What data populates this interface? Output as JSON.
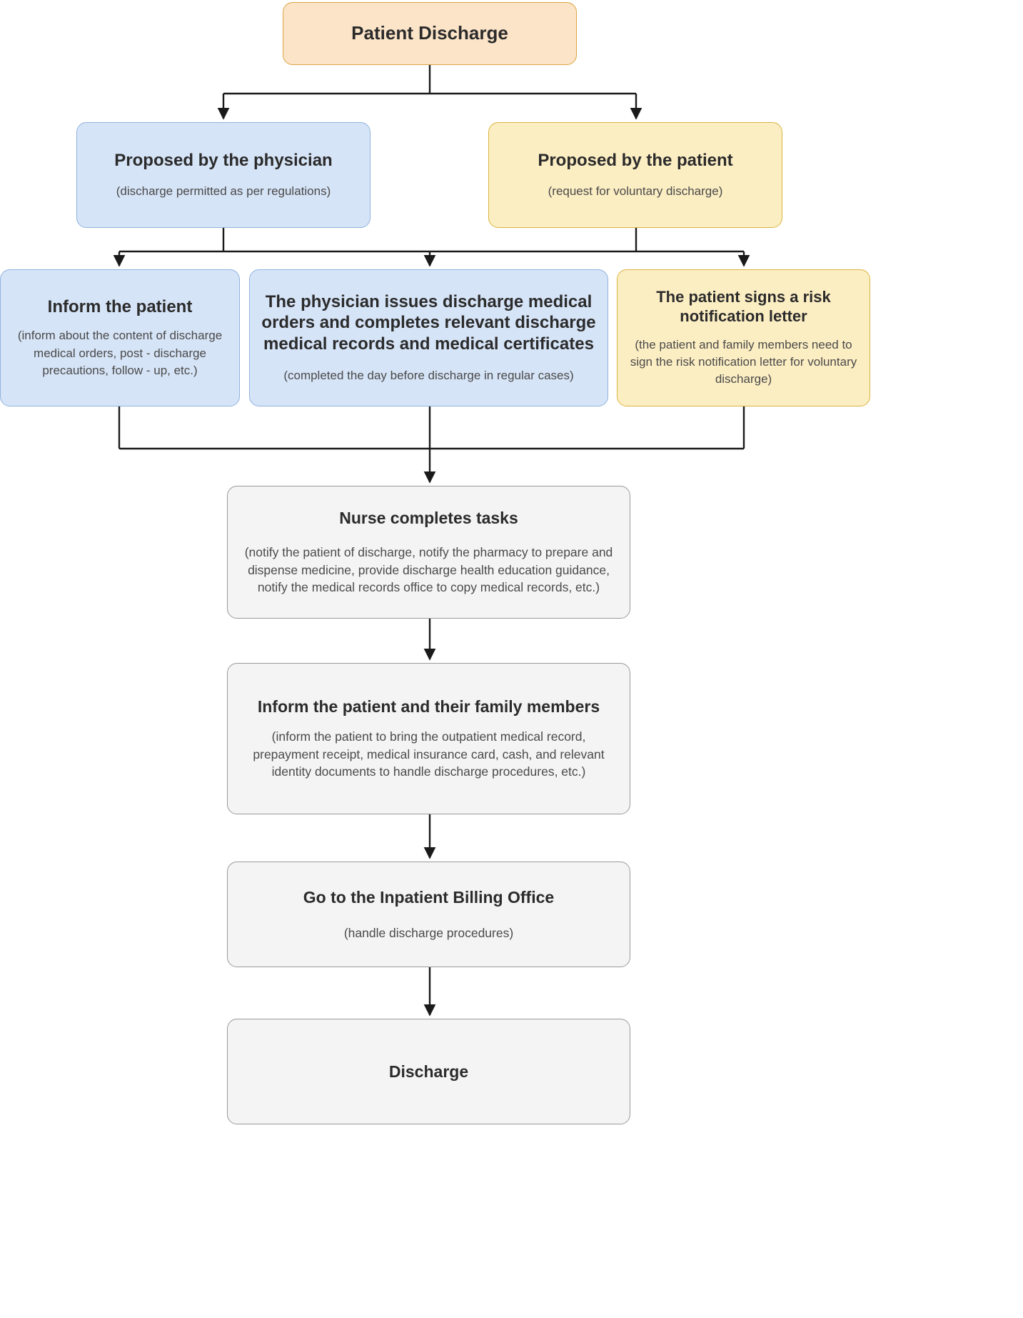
{
  "diagram": {
    "type": "flowchart",
    "orientation": "top-down",
    "colors": {
      "orange_fill": "#fce4c8",
      "orange_stroke": "#d9a441",
      "blue_fill": "#d6e4f7",
      "blue_stroke": "#8fb3dd",
      "yellow_fill": "#fceec3",
      "yellow_stroke": "#d9b43f",
      "grey_fill": "#f4f4f4",
      "grey_stroke": "#9a9a9a",
      "edge_stroke": "#1a1a1a"
    }
  },
  "nodes": {
    "start": {
      "title": "Patient Discharge"
    },
    "physician": {
      "title": "Proposed by the physician",
      "sub": "(discharge permitted as per regulations)"
    },
    "patient": {
      "title": "Proposed by the patient",
      "sub": "(request for voluntary discharge)"
    },
    "inform": {
      "title": "Inform the patient",
      "sub": "(inform about the content of discharge medical orders, post - discharge precautions, follow - up, etc.)"
    },
    "orders": {
      "title": "The physician issues discharge medical orders and completes relevant discharge medical records and medical certificates",
      "sub": "(completed the day before discharge in regular cases)"
    },
    "risk": {
      "title": "The patient signs a risk notification letter",
      "sub": "(the patient and family members need to sign the risk notification letter for voluntary discharge)"
    },
    "nurse": {
      "title": "Nurse completes tasks",
      "sub": "(notify the patient of discharge, notify the pharmacy to prepare and dispense medicine, provide discharge health education guidance, notify the medical records office to copy medical records, etc.)"
    },
    "family": {
      "title": "Inform the patient and their family members",
      "sub": "(inform the patient to bring the outpatient medical record, prepayment receipt, medical insurance card, cash, and relevant identity documents to handle discharge procedures, etc.)"
    },
    "billing": {
      "title": "Go to the Inpatient Billing Office",
      "sub": "(handle discharge procedures)"
    },
    "discharge": {
      "title": "Discharge"
    }
  },
  "edges": [
    {
      "from": "start",
      "to": "physician"
    },
    {
      "from": "start",
      "to": "patient"
    },
    {
      "from": "physician",
      "to": "inform"
    },
    {
      "from": "physician",
      "to": "orders"
    },
    {
      "from": "patient",
      "to": "orders"
    },
    {
      "from": "patient",
      "to": "risk"
    },
    {
      "from": "inform",
      "to": "nurse"
    },
    {
      "from": "orders",
      "to": "nurse"
    },
    {
      "from": "risk",
      "to": "nurse"
    },
    {
      "from": "nurse",
      "to": "family"
    },
    {
      "from": "family",
      "to": "billing"
    },
    {
      "from": "billing",
      "to": "discharge"
    }
  ]
}
